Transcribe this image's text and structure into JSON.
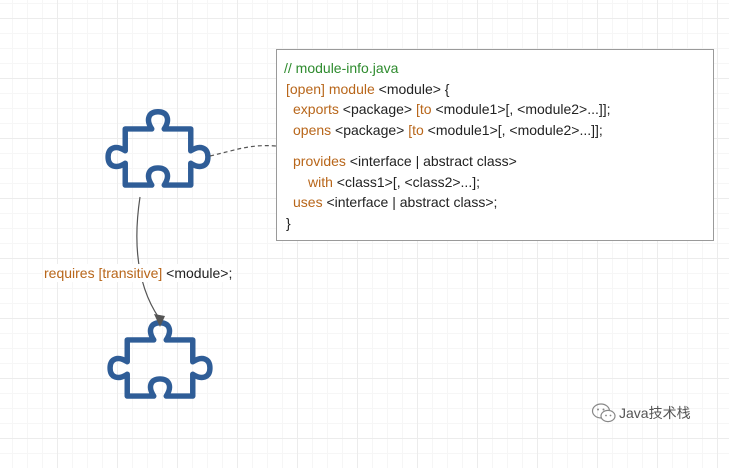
{
  "code_box": {
    "lines": [
      [
        {
          "t": "// module-info.java",
          "c": "comment"
        }
      ],
      [
        {
          "t": "[open]",
          "c": "kw"
        },
        {
          "t": " ",
          "c": "plain"
        },
        {
          "t": "module",
          "c": "kw"
        },
        {
          "t": " <module> {",
          "c": "plain"
        }
      ],
      [
        {
          "t": "exports",
          "c": "kw"
        },
        {
          "t": " <package> ",
          "c": "plain"
        },
        {
          "t": "[to",
          "c": "kw"
        },
        {
          "t": " <module1>[, <module2>...]];",
          "c": "plain"
        }
      ],
      [
        {
          "t": "opens",
          "c": "kw"
        },
        {
          "t": " <package> ",
          "c": "plain"
        },
        {
          "t": "[to",
          "c": "kw"
        },
        {
          "t": " <module1>[, <module2>...]];",
          "c": "plain"
        }
      ],
      [],
      [
        {
          "t": "provides",
          "c": "kw"
        },
        {
          "t": " <interface | abstract class>",
          "c": "plain"
        }
      ],
      [
        {
          "t": "with",
          "c": "kw"
        },
        {
          "t": " <class1>[, <class2>...];",
          "c": "plain"
        }
      ],
      [
        {
          "t": "uses",
          "c": "kw"
        },
        {
          "t": " <interface | abstract class>;",
          "c": "plain"
        }
      ],
      [
        {
          "t": "}",
          "c": "plain"
        }
      ]
    ]
  },
  "requires_label": {
    "keyword": "requires",
    "option": "[transitive]",
    "rest": " <module>;"
  },
  "watermark": {
    "text": "Java技术栈"
  },
  "colors": {
    "puzzle_stroke": "#2f5d97",
    "comment": "#2e8b2e",
    "keyword": "#b8661a",
    "connector": "#555555"
  }
}
